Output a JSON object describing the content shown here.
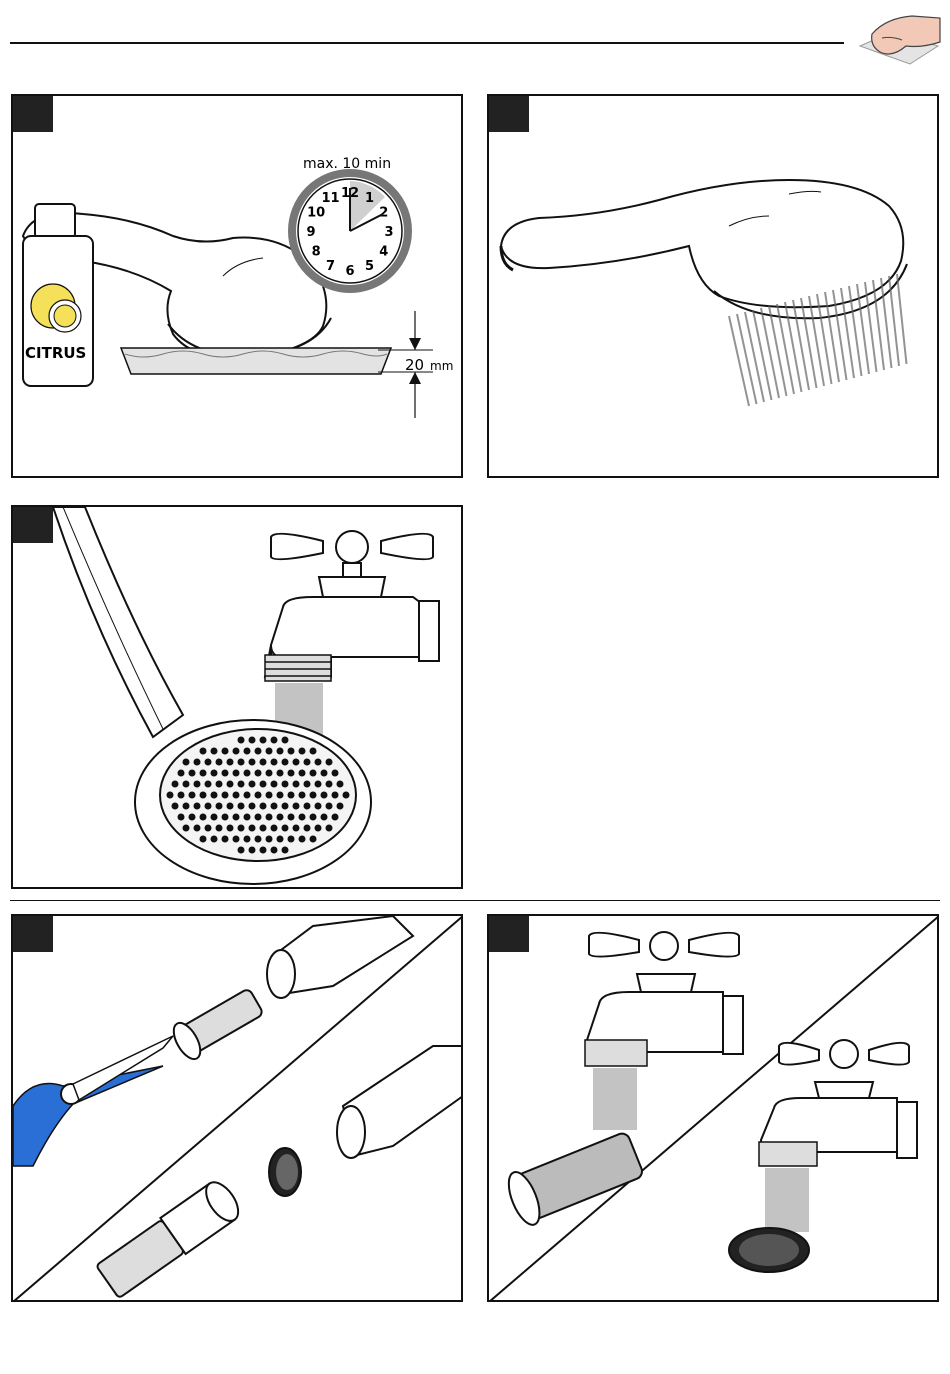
{
  "header": {
    "icon": "hand-wiping-icon"
  },
  "step1": {
    "timer_label": "max. 10 min",
    "bottle_label": "CITRUS",
    "depth_value": "20",
    "depth_unit": "mm",
    "clock_numbers": [
      "12",
      "1",
      "2",
      "3",
      "4",
      "5",
      "6",
      "7",
      "8",
      "9",
      "10",
      "11"
    ]
  },
  "icons": {
    "step1": "descaling-bath-icon",
    "step2": "rinse-shower-icon",
    "step3": "faucet-rinse-icon",
    "step4": "remove-filter-pliers-icon",
    "step5": "clean-filter-faucet-icon"
  },
  "colors": {
    "pliers_handle": "#2a6fd6",
    "lemon": "#f5e05a",
    "liquid": "#e3e3e3"
  }
}
